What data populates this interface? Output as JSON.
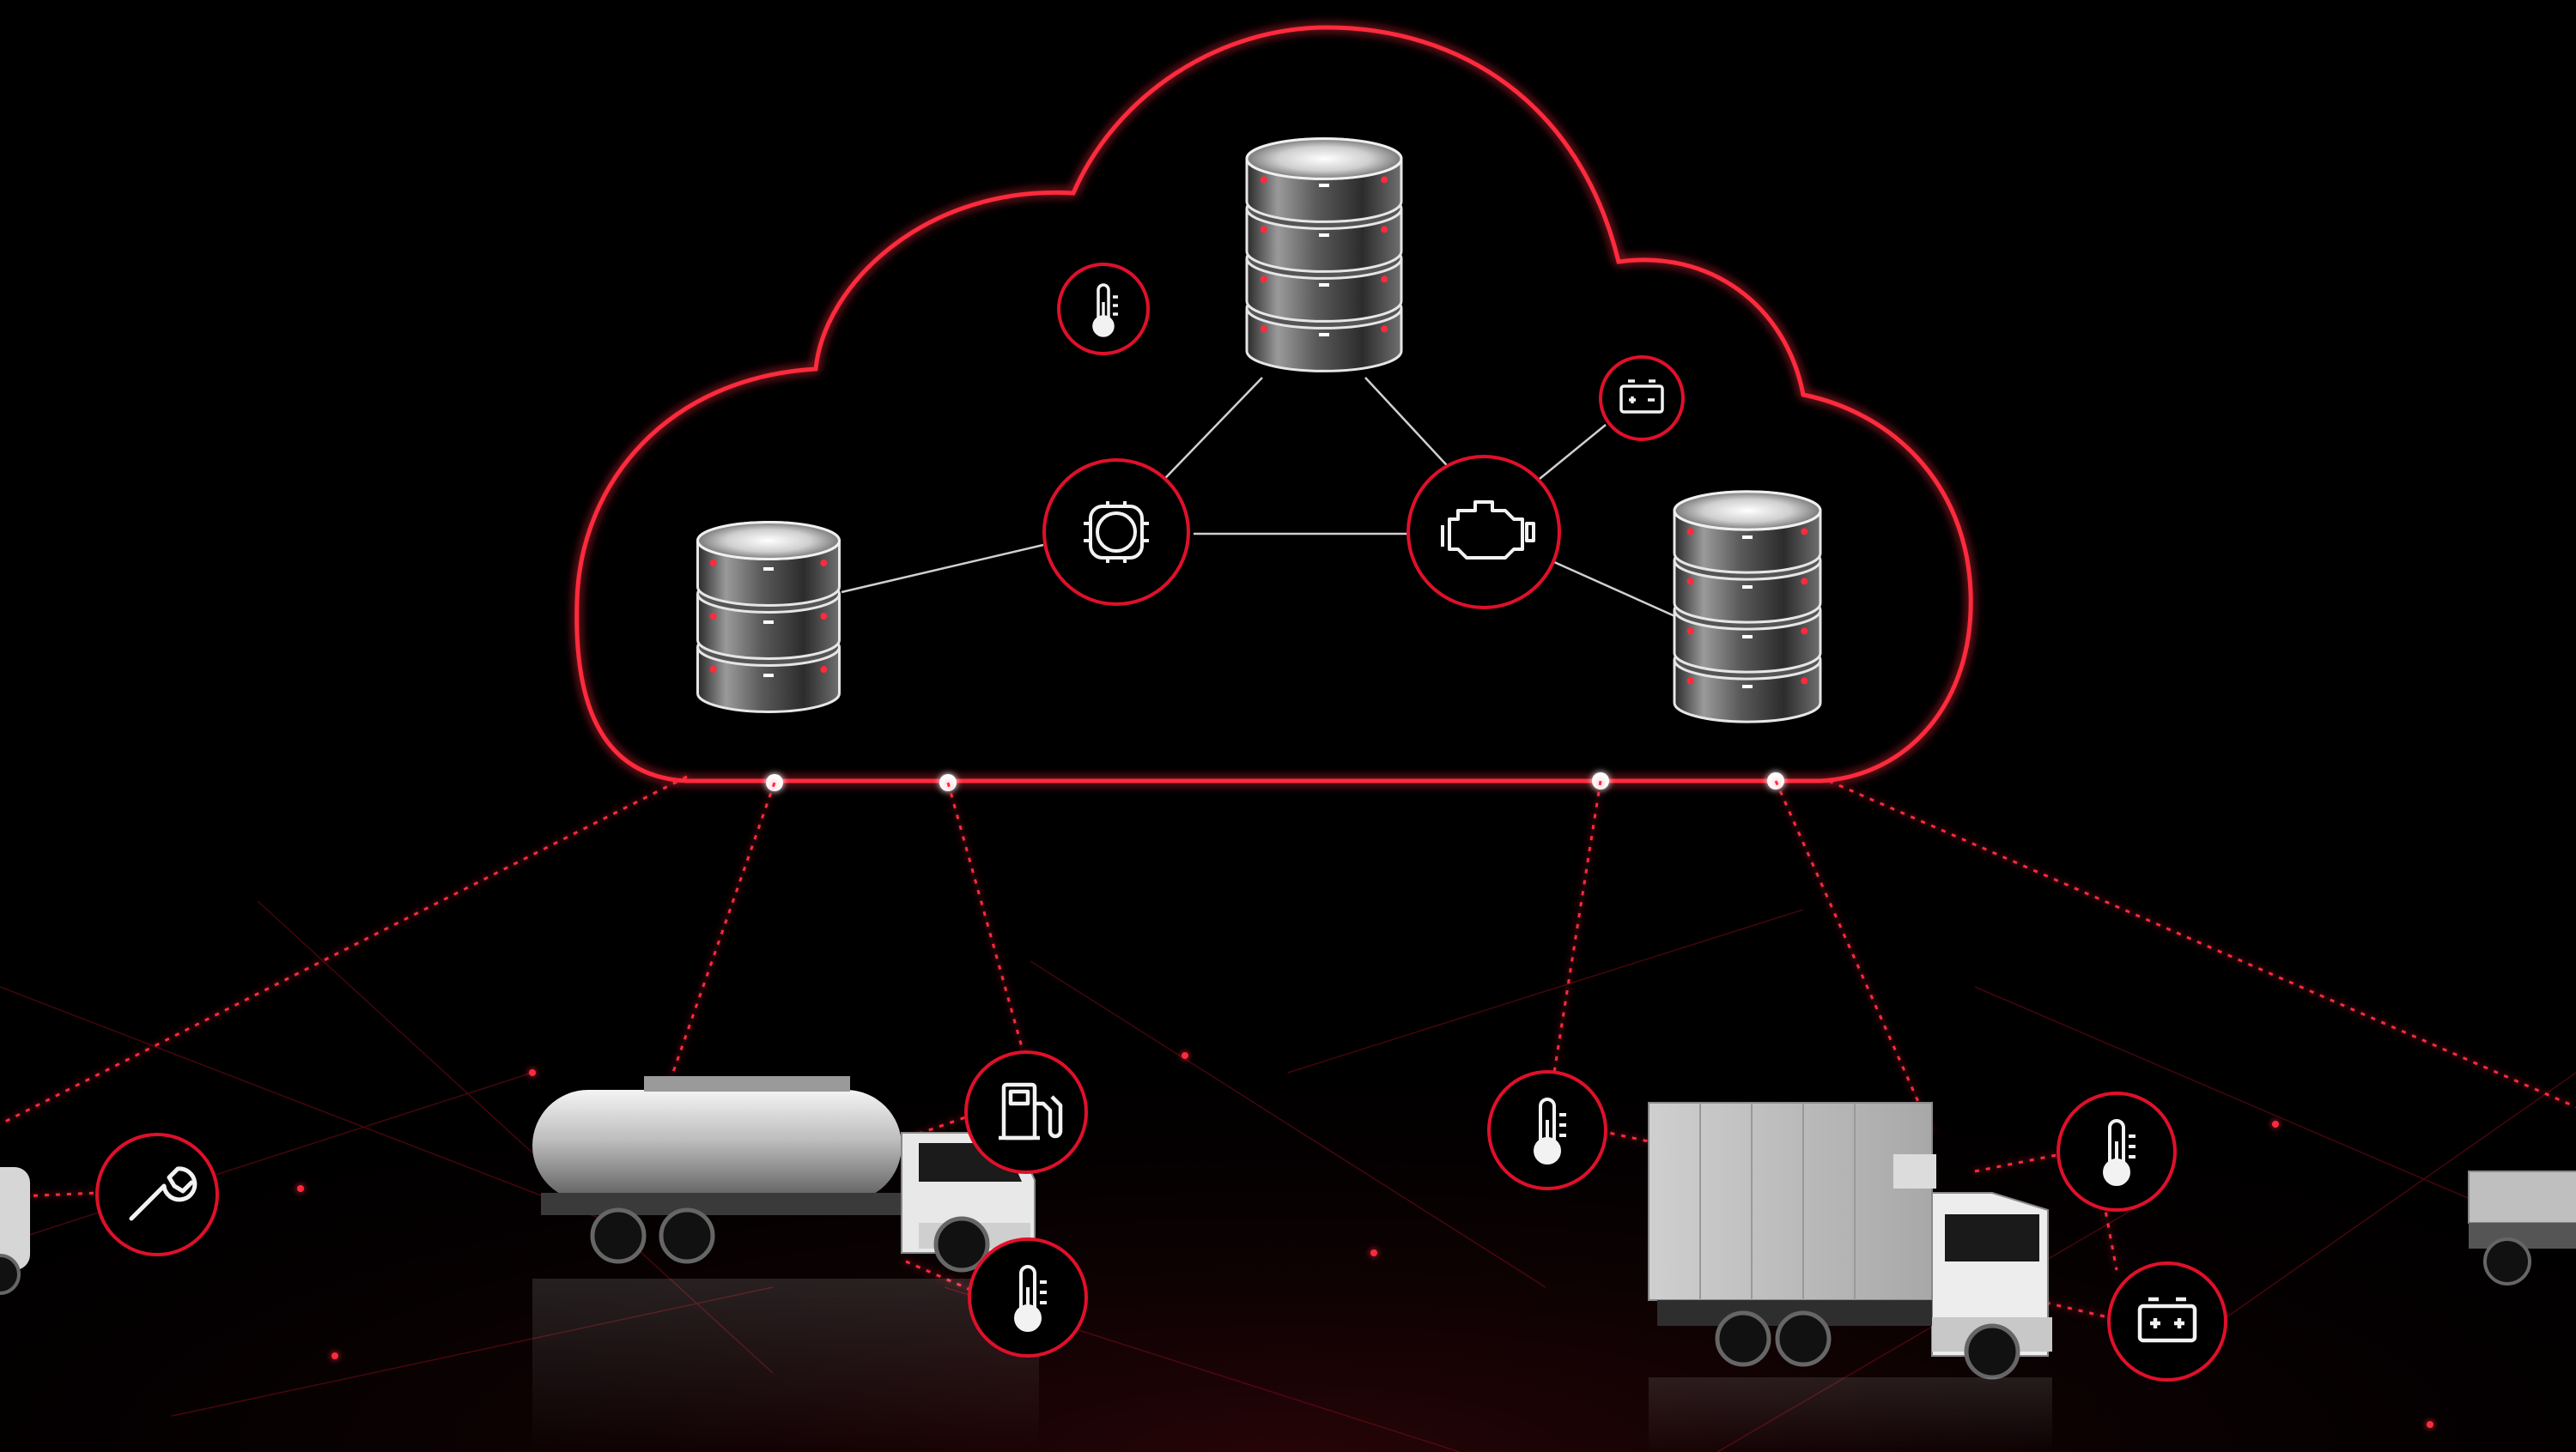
{
  "colors": {
    "background": "#000000",
    "accent": "#e0102a",
    "accent_glow": "#ff2a3c",
    "link": "#cfcfcf",
    "icon": "#f2f2f2"
  },
  "cloud": {
    "databases": [
      {
        "id": "db-top",
        "size": "large"
      },
      {
        "id": "db-left",
        "size": "medium"
      },
      {
        "id": "db-right",
        "size": "large"
      }
    ],
    "sensor_icons": [
      {
        "id": "cloud-thermometer",
        "icon": "thermometer-icon"
      },
      {
        "id": "cloud-engine-1",
        "icon": "gear-engine-icon"
      },
      {
        "id": "cloud-engine-2",
        "icon": "engine-check-icon"
      },
      {
        "id": "cloud-battery",
        "icon": "battery-icon"
      }
    ],
    "connection_points": 4
  },
  "fleet": {
    "vehicles": [
      {
        "id": "tanker-truck",
        "type": "fuel tanker"
      },
      {
        "id": "box-truck",
        "type": "refrigerated box truck"
      },
      {
        "id": "van-left",
        "type": "van (partially visible)"
      },
      {
        "id": "flatbed-right",
        "type": "flatbed truck (partially visible)"
      }
    ],
    "telemetry_icons": [
      {
        "id": "wrench",
        "icon": "wrench-icon"
      },
      {
        "id": "fuel",
        "icon": "fuel-pump-icon"
      },
      {
        "id": "thermo-tanker",
        "icon": "thermometer-icon"
      },
      {
        "id": "thermo-box-left",
        "icon": "thermometer-icon"
      },
      {
        "id": "thermo-box-right",
        "icon": "thermometer-icon"
      },
      {
        "id": "battery-box",
        "icon": "battery-icon"
      }
    ]
  }
}
